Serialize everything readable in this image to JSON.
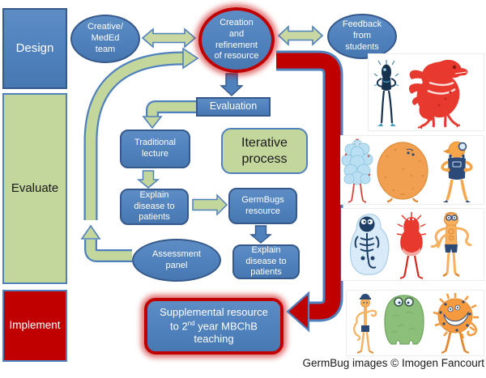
{
  "colors": {
    "blue": "#4f81bd",
    "blue_dark": "#36598c",
    "green": "#c3d69b",
    "red": "#c00000"
  },
  "stages": [
    {
      "id": "design",
      "label": "Design"
    },
    {
      "id": "evaluate",
      "label": "Evaluate"
    },
    {
      "id": "implement",
      "label": "Implement"
    }
  ],
  "flow": {
    "creative_team": "Creative/\nMedEd\nteam",
    "creation": "Creation\nand\nrefinement\nof resource",
    "feedback": "Feedback\nfrom\nstudents",
    "evaluation": "Evaluation",
    "traditional_lecture": "Traditional\nlecture",
    "iterative_process": "Iterative\nprocess",
    "explain_disease_1": "Explain\ndisease to\npatients",
    "germbugs_resource": "GermBugs\nresource",
    "explain_disease_2": "Explain\ndisease to\npatients",
    "assessment_panel": "Assessment\npanel",
    "supplemental_pre": "Supplemental resource\nto 2",
    "supplemental_sup": "nd",
    "supplemental_post": " year MBChB\nteaching"
  },
  "gallery": {
    "credit": "GermBug images © Imogen Fancourt",
    "rows": [
      {
        "germs": [
          "tall-thin-navy-germ",
          "red-clawed-germ"
        ]
      },
      {
        "germs": [
          "fluffy-blue-germ",
          "round-orange-germ",
          "orange-overalls-germ"
        ]
      },
      {
        "germs": [
          "blue-ghost-germ",
          "red-spiky-germ",
          "orange-tentacle-germ"
        ]
      },
      {
        "germs": [
          "thin-orange-germ",
          "green-blob-germ",
          "orange-spiky-ball-germ"
        ]
      }
    ]
  }
}
